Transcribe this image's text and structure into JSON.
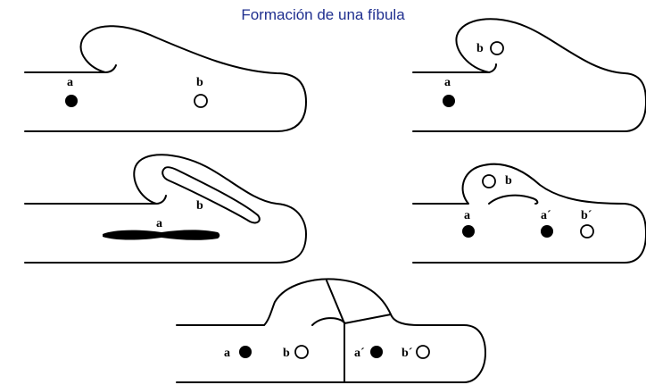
{
  "title": "Formación de una fíbula",
  "labels": {
    "a": "a",
    "b": "b",
    "a_prime": "a´",
    "b_prime": "b´"
  },
  "colors": {
    "title": "#1f2f8f",
    "ink": "#000000",
    "background": "#ffffff"
  }
}
